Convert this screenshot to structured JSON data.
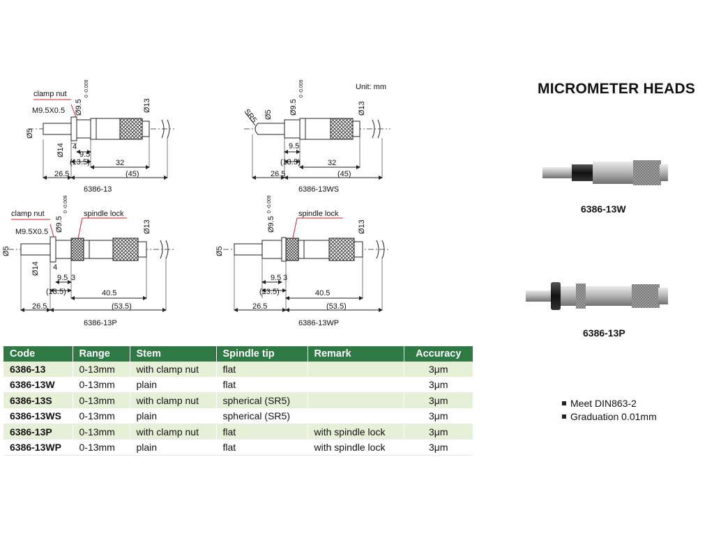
{
  "title": "MICROMETER HEADS",
  "unit_label": "Unit: mm",
  "drawings": {
    "d1": {
      "caption": "6386-13",
      "clamp_nut": "clamp nut",
      "thread": "M9.5X0.5",
      "dia_stem": "Ø9.5",
      "dia_stem_tol": "0 -0.009",
      "dia_13": "Ø13",
      "dia_5": "Ø5",
      "dia_14": "Ø14",
      "dim_4": "4",
      "dim_9_5": "9.5",
      "dim_13_5": "(13.5)",
      "dim_32": "32",
      "dim_26_5": "26.5",
      "dim_45": "(45)"
    },
    "d2": {
      "caption": "6386-13WS",
      "sr5": "SR5",
      "dia_5": "Ø5",
      "dia_stem": "Ø9.5",
      "dia_stem_tol": "0 -0.009",
      "dia_13": "Ø13",
      "dim_9_5": "9.5",
      "dim_13_5": "(13.5)",
      "dim_32": "32",
      "dim_26_5": "26.5",
      "dim_45": "(45)"
    },
    "d3": {
      "caption": "6386-13P",
      "clamp_nut": "clamp nut",
      "spindle_lock": "spindle lock",
      "thread": "M9.5X0.5",
      "dia_stem": "Ø9.5",
      "dia_stem_tol": "0 -0.009",
      "dia_13": "Ø13",
      "dia_5": "Ø5",
      "dia_14": "Ø14",
      "dim_4": "4",
      "dim_9_5": "9.5",
      "dim_3": "3",
      "dim_13_5": "(13.5)",
      "dim_40_5": "40.5",
      "dim_26_5": "26.5",
      "dim_53_5": "(53.5)"
    },
    "d4": {
      "caption": "6386-13WP",
      "spindle_lock": "spindle lock",
      "dia_5": "Ø5",
      "dia_stem": "Ø9.5",
      "dia_stem_tol": "0 -0.009",
      "dia_13": "Ø13",
      "dim_9_5": "9.5",
      "dim_3": "3",
      "dim_13_5": "(13.5)",
      "dim_40_5": "40.5",
      "dim_26_5": "26.5",
      "dim_53_5": "(53.5)"
    }
  },
  "photos": [
    {
      "caption": "6386-13W"
    },
    {
      "caption": "6386-13P"
    }
  ],
  "table": {
    "headers": [
      "Code",
      "Range",
      "Stem",
      "Spindle tip",
      "Remark",
      "Accuracy"
    ],
    "rows": [
      [
        "6386-13",
        "0-13mm",
        "with clamp nut",
        "flat",
        "",
        "3μm"
      ],
      [
        "6386-13W",
        "0-13mm",
        "plain",
        "flat",
        "",
        "3μm"
      ],
      [
        "6386-13S",
        "0-13mm",
        "with clamp nut",
        "spherical (SR5)",
        "",
        "3μm"
      ],
      [
        "6386-13WS",
        "0-13mm",
        "plain",
        "spherical (SR5)",
        "",
        "3μm"
      ],
      [
        "6386-13P",
        "0-13mm",
        "with clamp nut",
        "flat",
        "with spindle lock",
        "3μm"
      ],
      [
        "6386-13WP",
        "0-13mm",
        "plain",
        "flat",
        "with spindle lock",
        "3μm"
      ]
    ]
  },
  "notes": [
    "Meet DIN863-2",
    "Graduation 0.01mm"
  ],
  "colors": {
    "header_green": "#2f7a44",
    "row_tint": "#e6f0d6",
    "leader_red": "#d6202a"
  }
}
